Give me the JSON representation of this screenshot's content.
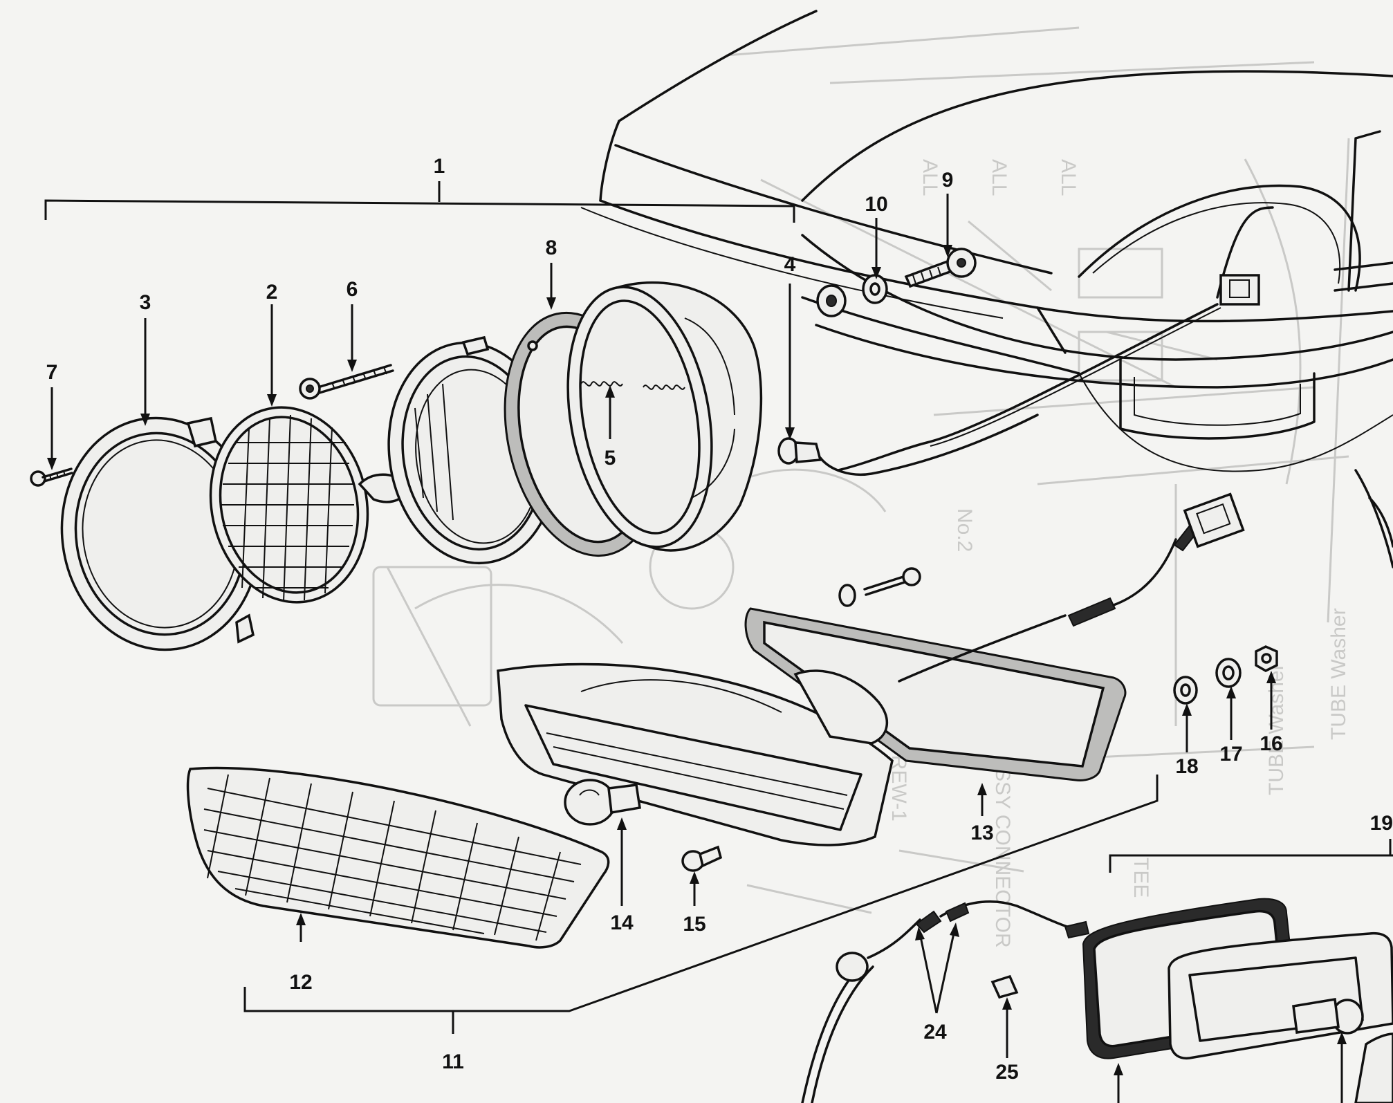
{
  "callouts": [
    {
      "id": "1",
      "label": "1"
    },
    {
      "id": "2",
      "label": "2"
    },
    {
      "id": "3",
      "label": "3"
    },
    {
      "id": "4",
      "label": "4"
    },
    {
      "id": "5",
      "label": "5"
    },
    {
      "id": "6",
      "label": "6"
    },
    {
      "id": "7",
      "label": "7"
    },
    {
      "id": "8",
      "label": "8"
    },
    {
      "id": "9",
      "label": "9"
    },
    {
      "id": "10",
      "label": "10"
    },
    {
      "id": "11",
      "label": "11"
    },
    {
      "id": "12",
      "label": "12"
    },
    {
      "id": "13",
      "label": "13"
    },
    {
      "id": "14",
      "label": "14"
    },
    {
      "id": "15",
      "label": "15"
    },
    {
      "id": "16",
      "label": "16"
    },
    {
      "id": "17",
      "label": "17"
    },
    {
      "id": "18",
      "label": "18"
    },
    {
      "id": "19",
      "label": "19"
    },
    {
      "id": "24",
      "label": "24"
    },
    {
      "id": "25",
      "label": "25"
    }
  ],
  "background_show_through": [
    "ALL",
    "ALL",
    "ALL",
    "TUBE Washer",
    "TUBE Washer",
    "TEE",
    "ASSY CONNECTOR",
    "SCREW-1",
    "No.2"
  ],
  "colors": {
    "paper": "#f4f4f2",
    "ink": "#111111",
    "show_through": "#c9c9c7"
  }
}
